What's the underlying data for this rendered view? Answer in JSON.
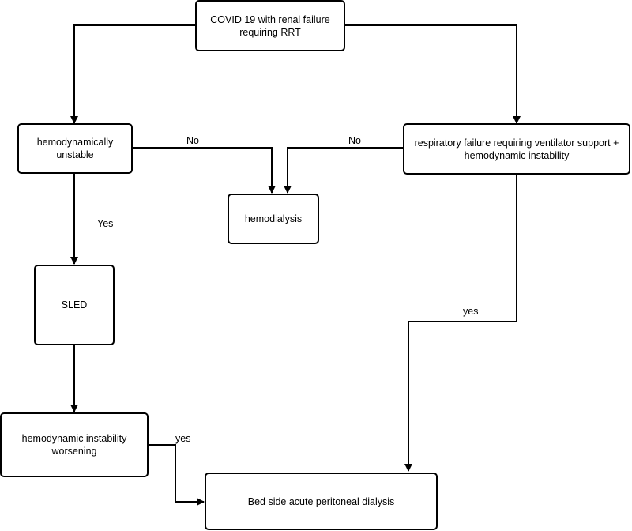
{
  "nodes": {
    "start": {
      "line1": "COVID 19 with renal failure",
      "line2": "requiring RRT"
    },
    "hemo_unstable": {
      "line1": "hemodynamically",
      "line2": "unstable"
    },
    "resp_failure": {
      "line1": "respiratory failure requiring ventilator support +",
      "line2": "hemodynamic instability"
    },
    "hemodialysis": {
      "line1": "hemodialysis"
    },
    "sled": {
      "line1": "SLED"
    },
    "instability_worsening": {
      "line1": "hemodynamic instability",
      "line2": "worsening"
    },
    "peritoneal": {
      "line1": "Bed side acute peritoneal dialysis"
    }
  },
  "edge_labels": {
    "no_left": "No",
    "no_right": "No",
    "yes_sled": "Yes",
    "yes_right": "yes",
    "yes_bottom": "yes"
  }
}
